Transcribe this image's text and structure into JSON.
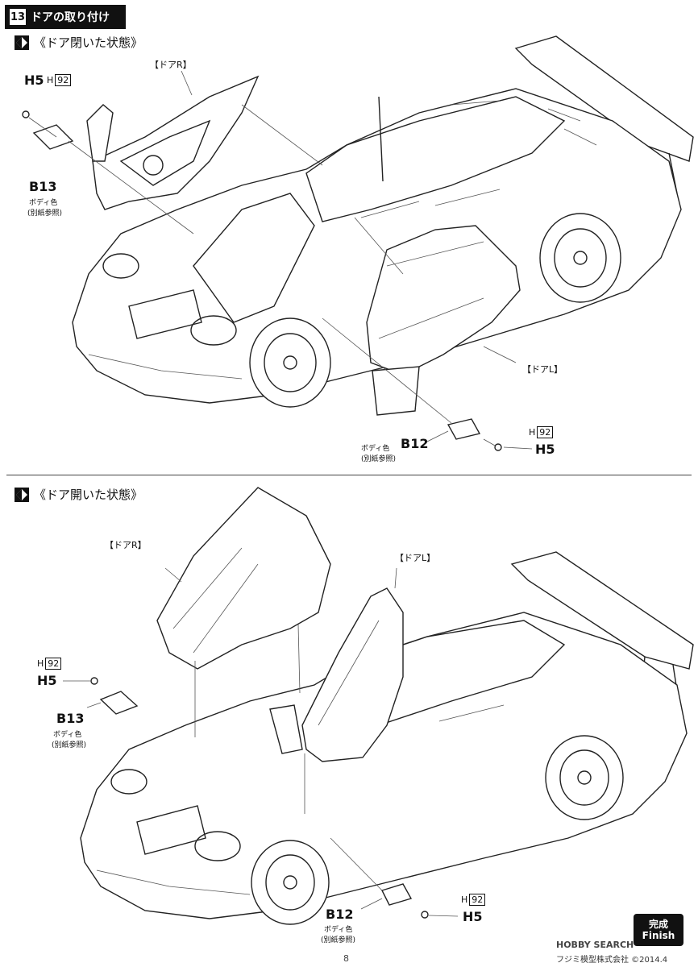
{
  "step": {
    "number": "13",
    "title": "ドアの取り付け"
  },
  "sections": [
    {
      "title": "《ドア閉いた状態》",
      "labels": {
        "door_r": "【ドアR】",
        "door_l": "【ドアL】",
        "h5_top": "H5",
        "h_ref_top": "H",
        "h_num_top": "92",
        "b13": "B13",
        "b13_color": "ボディ色",
        "b13_ref": "(別紙参照)",
        "b12": "B12",
        "b12_color": "ボディ色",
        "b12_ref": "(別紙参照)",
        "h_ref_bottom": "H",
        "h_num_bottom": "92",
        "h5_bottom": "H5"
      }
    },
    {
      "title": "《ドア開いた状態》",
      "labels": {
        "door_r": "【ドアR】",
        "door_l": "【ドアL】",
        "h_ref_top": "H",
        "h_num_top": "92",
        "h5_top": "H5",
        "b13": "B13",
        "b13_color": "ボディ色",
        "b13_ref": "(別紙参照)",
        "b12": "B12",
        "b12_color": "ボディ色",
        "b12_ref": "(別紙参照)",
        "h_ref_bottom": "H",
        "h_num_bottom": "92",
        "h5_bottom": "H5"
      }
    }
  ],
  "finish": {
    "ja": "完成",
    "en": "Finish"
  },
  "footer": {
    "page": "8",
    "brand": "フジミ模型株式会社 ©2014.4",
    "watermark": "HOBBY SEARCH"
  },
  "icons": [
    "section-diamond-icon"
  ]
}
